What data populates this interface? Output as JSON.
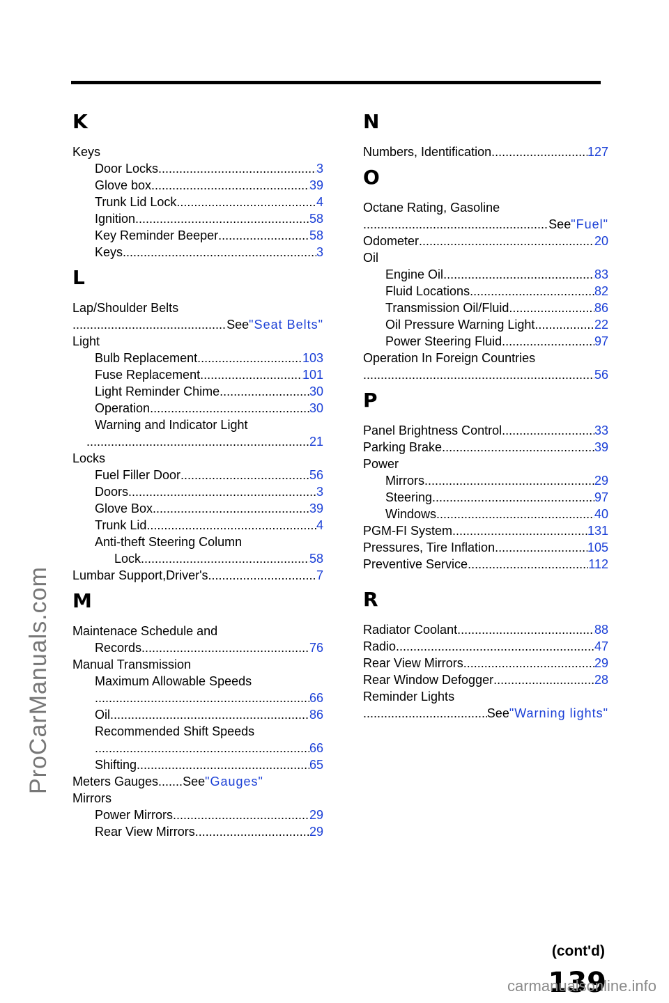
{
  "watermark": "ProCarManuals.com",
  "footer": {
    "contd": "(cont'd)",
    "page_number": "139",
    "site": "carmanualsonline.info"
  },
  "left": {
    "K": {
      "letter": "K",
      "keys": "Keys",
      "items": [
        {
          "t": "Door  Locks ",
          "p": "3"
        },
        {
          "t": "Glove box ",
          "p": "39"
        },
        {
          "t": "Trunk  Lid  Lock ",
          "p": "4"
        },
        {
          "t": "Ignition ",
          "p": "58"
        },
        {
          "t": "Key  Reminder  Beeper",
          "p": "58"
        },
        {
          "t": "Keys",
          "p": "3"
        }
      ]
    },
    "L": {
      "letter": "L",
      "lap": "Lap/Shoulder  Belts",
      "lap_see": "See ",
      "lap_ref": "\"Seat Belts\"",
      "light": "Light",
      "light_items": [
        {
          "t": "Bulb Replacement",
          "p": "103"
        },
        {
          "t": "Fuse Replacement ",
          "p": "101"
        },
        {
          "t": "Light Reminder Chime ",
          "p": "30"
        },
        {
          "t": "Operation",
          "p": "30"
        }
      ],
      "warning": "Warning and Indicator Light",
      "warning_p": "21",
      "locks": "Locks",
      "locks_items": [
        {
          "t": "Fuel Filler Door ",
          "p": "56"
        },
        {
          "t": "Doors",
          "p": "3"
        },
        {
          "t": "Glove Box ",
          "p": "39"
        },
        {
          "t": "Trunk Lid",
          "p": "4"
        }
      ],
      "anti": "Anti-theft Steering Column",
      "anti_lock": "Lock",
      "anti_p": "58",
      "lumbar": "Lumbar  Support,Driver's  ",
      "lumbar_p": "7"
    },
    "M": {
      "letter": "M",
      "maint": "Maintenace Schedule and",
      "records": "Records",
      "records_p": "76",
      "manual": "Manual Transmission",
      "max": "Maximum Allowable Speeds",
      "max_p": "66",
      "oil": "Oil",
      "oil_p": "86",
      "rec": "Recommended Shift Speeds",
      "rec_p": "66",
      "shift": "Shifting",
      "shift_p": "65",
      "meters": "Meters     Gauges.......See ",
      "meters_ref": "\"Gauges\"",
      "mirrors": "Mirrors",
      "mirror_items": [
        {
          "t": "Power  Mirrors ",
          "p": "29"
        },
        {
          "t": "Rear View Mirrors ",
          "p": "29"
        }
      ]
    }
  },
  "right": {
    "N": {
      "letter": "N",
      "numbers": "Numbers, Identification",
      "numbers_p": "127"
    },
    "O": {
      "letter": "O",
      "octane": "Octane Rating, Gasoline",
      "octane_see": "See ",
      "octane_ref": "\"Fuel\"",
      "odometer": "Odometer   ",
      "odometer_p": "20",
      "oil": "Oil",
      "oil_items": [
        {
          "t": "Engine Oil ",
          "p": "83"
        },
        {
          "t": "Fluid Locations ",
          "p": "82"
        },
        {
          "t": "Transmission Oil/Fluid ",
          "p": "86"
        },
        {
          "t": "Oil Pressure Warning Light",
          "p": "22"
        },
        {
          "t": "Power Steering Fluid ",
          "p": "97"
        }
      ],
      "foreign": "Operation In Foreign Countries",
      "foreign_p": "56"
    },
    "P": {
      "letter": "P",
      "items_top": [
        {
          "t": "Panel Brightness Control ",
          "p": "33"
        },
        {
          "t": "Parking  Brake",
          "p": "39"
        }
      ],
      "power": "Power",
      "power_items": [
        {
          "t": "Mirrors  ",
          "p": "29"
        },
        {
          "t": "Steering  ",
          "p": "97"
        },
        {
          "t": "Windows",
          "p": "40"
        }
      ],
      "items_bottom": [
        {
          "t": "PGM-FI System",
          "p": "131"
        },
        {
          "t": "Pressures,  Tire  Inflation",
          "p": "105"
        },
        {
          "t": "Preventive   Service",
          "p": "112"
        }
      ]
    },
    "R": {
      "letter": "R",
      "items": [
        {
          "t": "Radiator Coolant ",
          "p": "88"
        },
        {
          "t": "Radio ",
          "p": "47"
        },
        {
          "t": "Rear View Mirrors ",
          "p": "29"
        },
        {
          "t": "Rear Window Defogger ",
          "p": "28"
        }
      ],
      "reminder": "Reminder Lights",
      "reminder_see": "See ",
      "reminder_ref": "\"Warning lights\""
    }
  }
}
